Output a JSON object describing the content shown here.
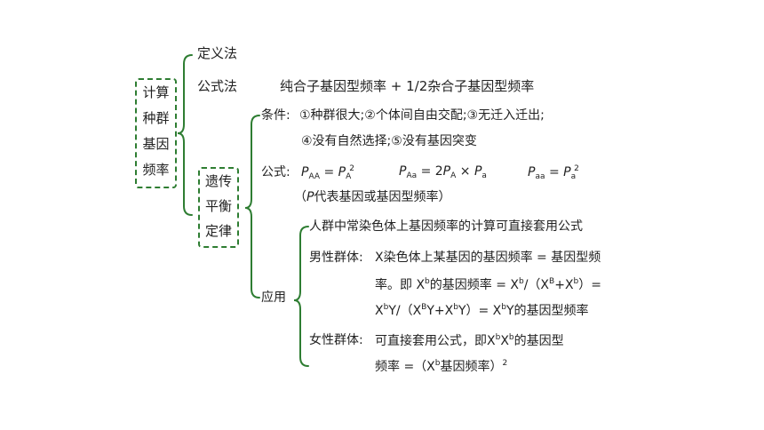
{
  "root": {
    "lines": [
      "计算",
      "种群",
      "基因",
      "频率"
    ]
  },
  "level1": {
    "definition": "定义法",
    "formula_method": "公式法",
    "formula_method_text": "纯合子基因型频率 + 1/2杂合子基因型频率",
    "hw": [
      "遗传",
      "平衡",
      "定律"
    ]
  },
  "hw_law": {
    "conditions_label": "条件:",
    "conditions_line1": "①种群很大;②个体间自由交配;③无迁入迁出;",
    "conditions_line2": "④没有自然选择;⑤没有基因突变",
    "formula_label": "公式:",
    "formula_note_open": "（",
    "formula_note_P": "P",
    "formula_note_rest": "代表基因或基因型频率）",
    "application_label": "应用",
    "app_line1": "人群中常染色体上基因频率的计算可直接套用公式",
    "male_label": "男性群体:",
    "male_line1": "X染色体上某基因的基因频率 = 基因型频",
    "male_line2_a": "率。即 X",
    "male_line2_b": "的基因频率 = X",
    "male_line2_c": "/（X",
    "male_line2_d": "+X",
    "male_line2_e": "）=",
    "male_line3_a": "X",
    "male_line3_b": "Y/（X",
    "male_line3_c": "Y+X",
    "male_line3_d": "Y）= X",
    "male_line3_e": "Y的基因型频率",
    "female_label": "女性群体:",
    "female_line1_a": "可直接套用公式，即X",
    "female_line1_b": "X",
    "female_line1_c": "的基因型",
    "female_line2_a": "频率 =（X",
    "female_line2_b": "基因频率）",
    "sup_b": "b",
    "sup_B": "B",
    "sup_2": "2"
  },
  "equations": {
    "P": "P",
    "eq1_sub_left": "AA",
    "eq1_sub_right": "A",
    "eq2_sub_left": "Aa",
    "eq2_mid": "= 2",
    "eq2_sub_a": "A",
    "eq2_times": "×",
    "eq2_sub_b": "a",
    "eq3_sub_left": "aa",
    "eq3_sub_right": "a",
    "equals": "=",
    "square": "2"
  },
  "colors": {
    "accent": "#2e7d32",
    "text": "#222222"
  }
}
